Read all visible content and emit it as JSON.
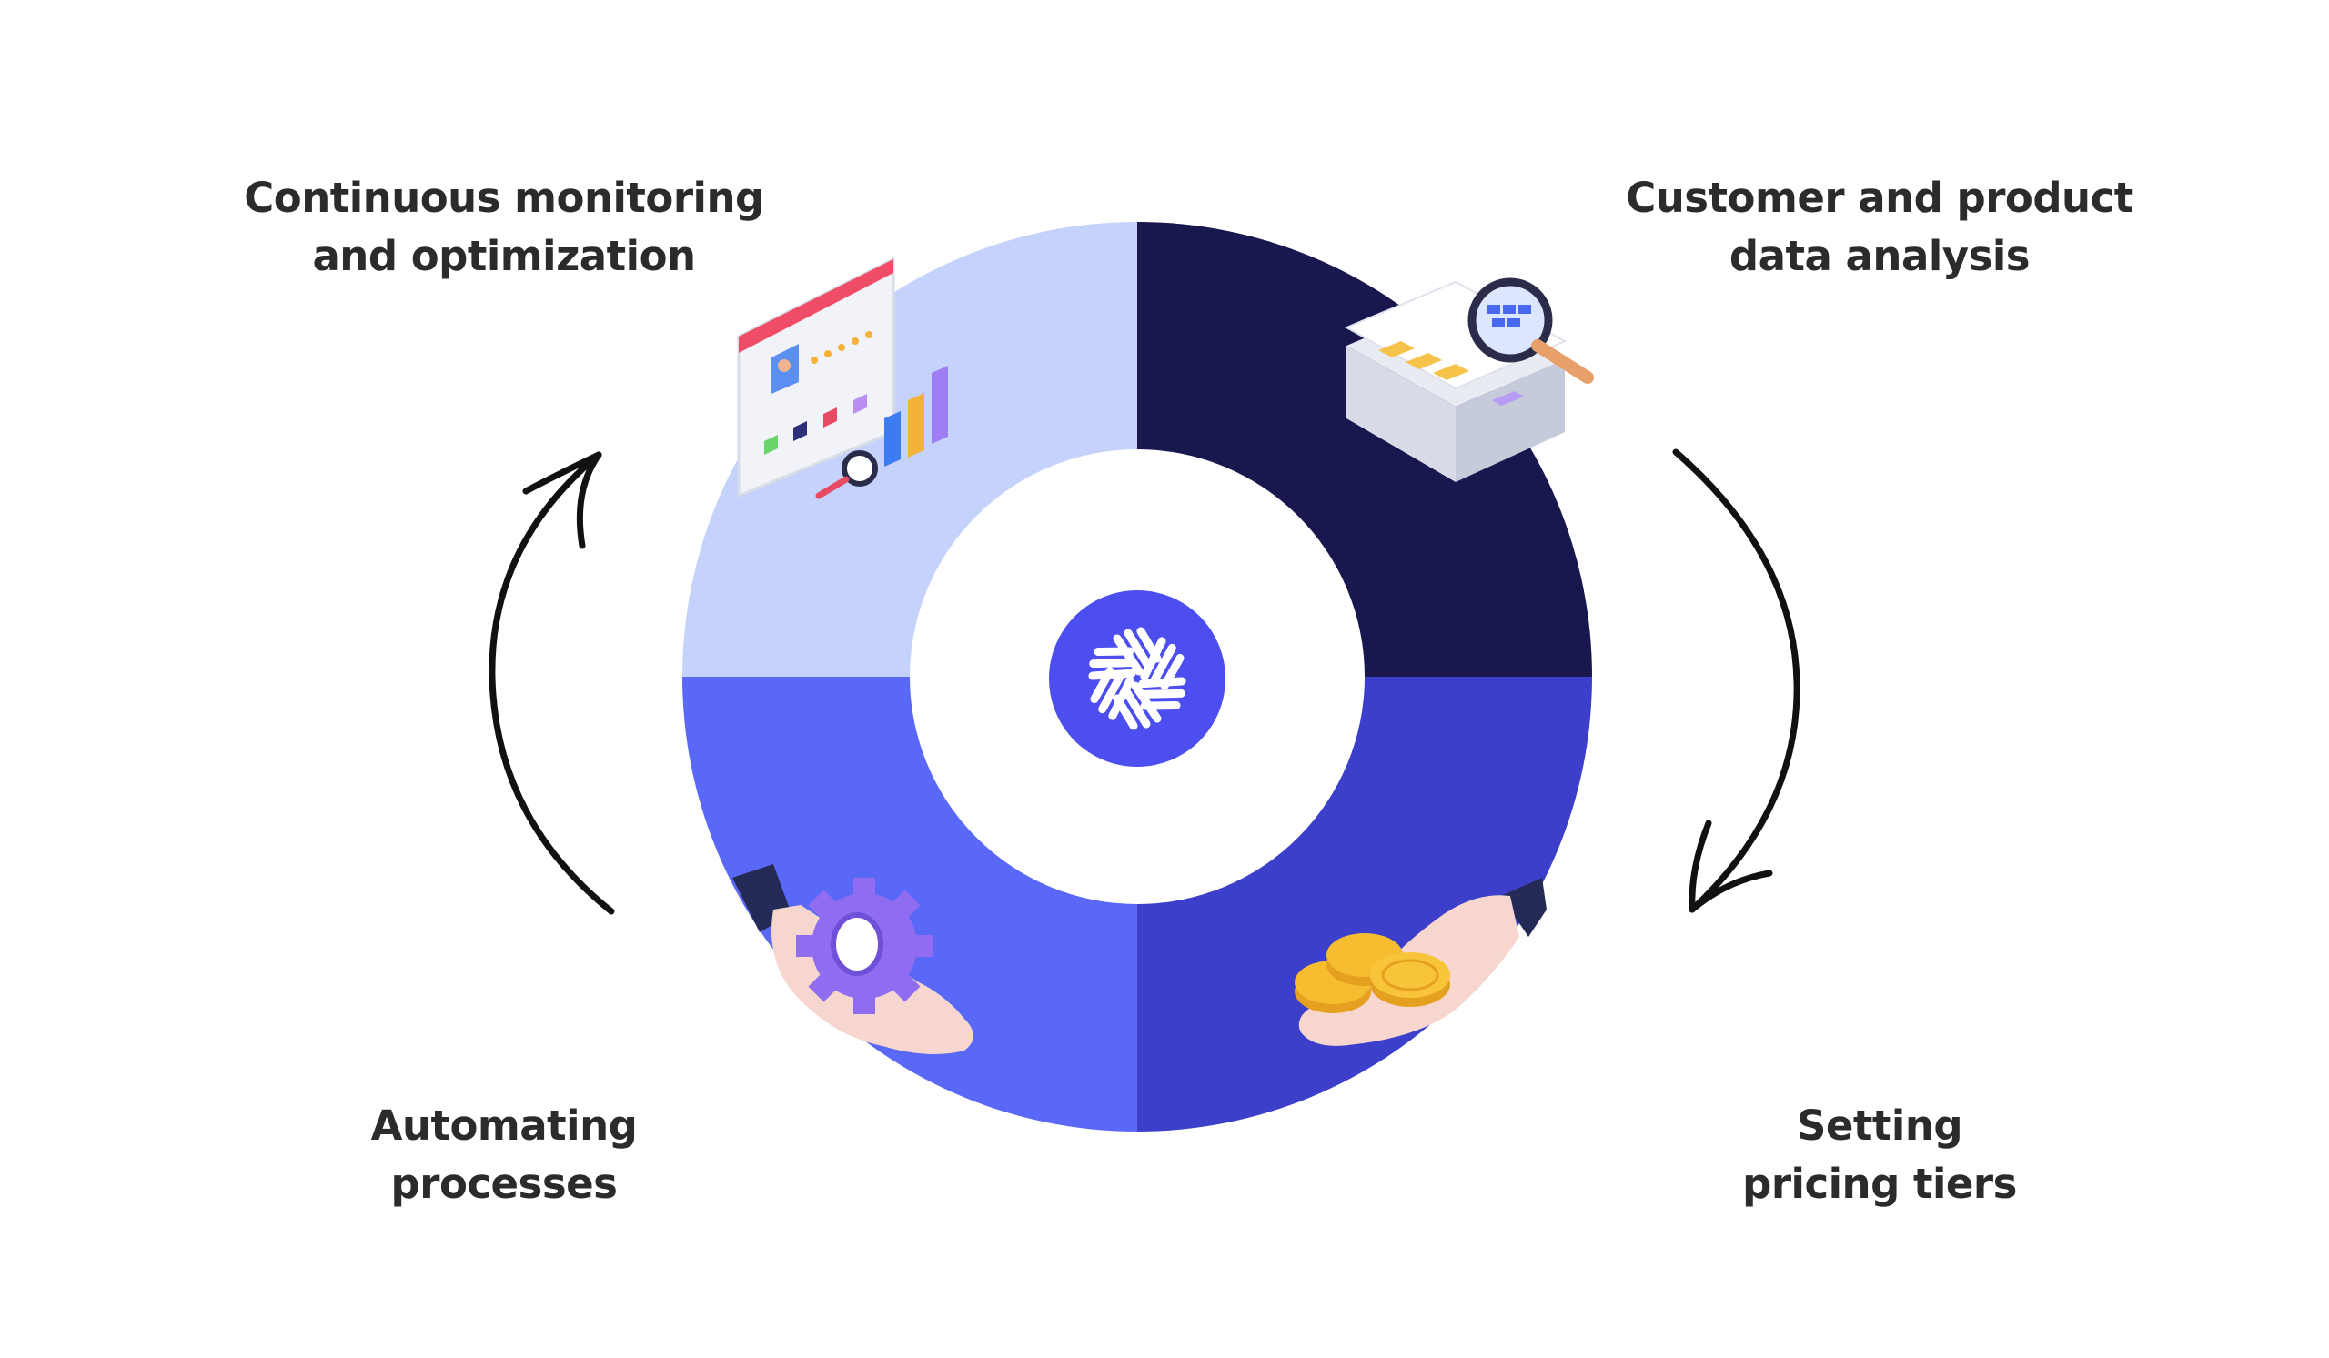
{
  "stages": [
    {
      "id": "monitoring",
      "line1": "Continuous monitoring",
      "line2": "and optimization",
      "icon": "dashboard-analytics-icon",
      "color": "#c5d2fc"
    },
    {
      "id": "analysis",
      "line1": "Customer and product",
      "line2": "data analysis",
      "icon": "spreadsheet-magnifier-icon",
      "color": "#18174e"
    },
    {
      "id": "pricing",
      "line1": "Setting",
      "line2": "pricing tiers",
      "icon": "hand-coins-icon",
      "color": "#3c3fc9"
    },
    {
      "id": "automation",
      "line1": "Automating",
      "line2": "processes",
      "icon": "hand-gear-icon",
      "color": "#5a68f7"
    }
  ],
  "center_logo": {
    "icon": "snowflake-logo-icon",
    "color": "#4c4ef0"
  },
  "arrows": {
    "right": "clockwise-down-arrow",
    "left": "clockwise-up-arrow",
    "color": "#111111"
  }
}
